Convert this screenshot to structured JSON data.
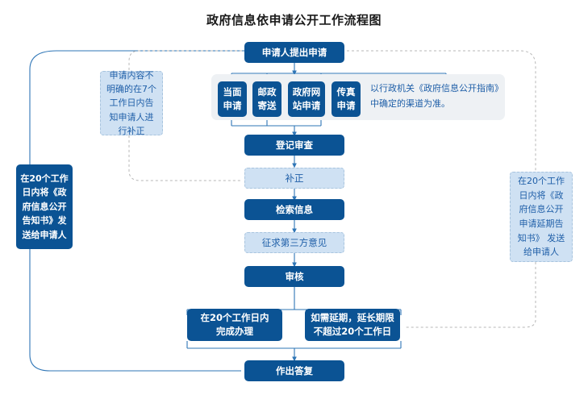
{
  "title": "政府信息依申请公开工作流程图",
  "colors": {
    "primary_dark_blue": "#0b5394",
    "light_blue_fill": "#cfe1f3",
    "light_blue_text": "#1f5fa8",
    "panel_gray": "#eef1f4",
    "connector_blue": "#2e75b6",
    "dashed_gray": "#b7b7b7",
    "title_text": "#1a1a1a"
  },
  "flow": {
    "start": {
      "label": "申请人提出申请",
      "type": "dark"
    },
    "channels_group_note": "以行政机关《政府信息公开指南》\n中确定的渠道为准。",
    "channels": [
      {
        "label": "当面\n申请",
        "type": "dark"
      },
      {
        "label": "邮政\n寄送",
        "type": "dark"
      },
      {
        "label": "政府网\n站申请",
        "type": "dark"
      },
      {
        "label": "传真\n申请",
        "type": "dark"
      }
    ],
    "steps": [
      {
        "label": "登记审查",
        "type": "dark"
      },
      {
        "label": "补正",
        "type": "light"
      },
      {
        "label": "检索信息",
        "type": "dark"
      },
      {
        "label": "征求第三方意见",
        "type": "light"
      },
      {
        "label": "审核",
        "type": "dark"
      }
    ],
    "branches": [
      {
        "label": "在20个工作日内\n完成办理",
        "type": "dark"
      },
      {
        "label": "如需延期，延长期限\n不超过20个工作日",
        "type": "dark"
      }
    ],
    "end": {
      "label": "作出答复",
      "type": "dark"
    }
  },
  "annotations": {
    "left_note_correction": {
      "label": "申请内容不\n明确的在7个\n工作日内告\n知申请人进\n行补正",
      "type": "light"
    },
    "left_note_notice": {
      "label": "在20个工作\n日内将《政\n府信息公开\n告知书》发\n送给申请人",
      "type": "dark"
    },
    "right_note_extension": {
      "label": "在20个工作\n日内将《政\n府信息公开\n申请延期告\n知书》 发送\n给申请人",
      "type": "light"
    }
  }
}
